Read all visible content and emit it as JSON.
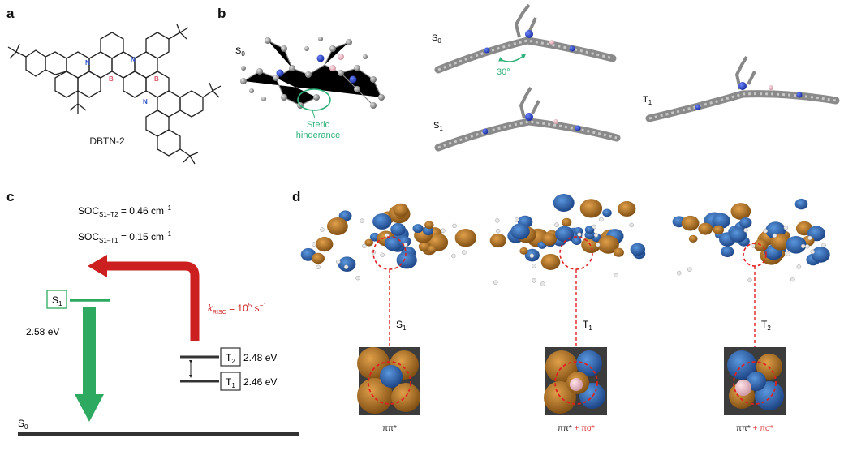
{
  "panels": {
    "a": {
      "label": "a",
      "molecule_name": "DBTN-2",
      "atom_labels": {
        "nitrogen": "N",
        "boron": "B"
      }
    },
    "b": {
      "label": "b",
      "state_s0_top": "S",
      "state_s0_top_sub": "0",
      "state_s0_right": "S",
      "state_s0_right_sub": "0",
      "state_s1": "S",
      "state_s1_sub": "1",
      "state_t1": "T",
      "state_t1_sub": "1",
      "angle": "30°",
      "steric_line1": "Steric",
      "steric_line2": "hinderance"
    },
    "c": {
      "label": "c",
      "soc1_prefix": "SOC",
      "soc1_sub": "S1–T2",
      "soc1_value": " = 0.46 cm",
      "soc1_sup": "−1",
      "soc2_prefix": "SOC",
      "soc2_sub": "S1–T1",
      "soc2_value": " = 0.15 cm",
      "soc2_sup": "−1",
      "s1_label": "S",
      "s1_sub": "1",
      "s1_energy": "2.58 eV",
      "t2_label": "T",
      "t2_sub": "2",
      "t2_energy": "2.48 eV",
      "t1_label": "T",
      "t1_sub": "1",
      "t1_energy": "2.46 eV",
      "s0_label": "S",
      "s0_sub": "0",
      "krisc_k": "k",
      "krisc_sub": "RISC",
      "krisc_value": " = 10",
      "krisc_sup": "5",
      "krisc_unit": " s",
      "krisc_unit_sup": "−1"
    },
    "d": {
      "label": "d",
      "states": [
        {
          "name": "S",
          "sub": "1",
          "char_base": "ππ*",
          "char_extra": ""
        },
        {
          "name": "T",
          "sub": "1",
          "char_base": "ππ* ",
          "char_extra": "+ πσ*"
        },
        {
          "name": "T",
          "sub": "2",
          "char_base": "ππ* ",
          "char_extra": "+ πσ*"
        }
      ]
    }
  },
  "colors": {
    "boron": "#e05a6b",
    "nitrogen": "#2b4fc7",
    "steric": "#2fb27a",
    "red_arrow": "#cc1f1f",
    "green_arrow": "#2daa5f",
    "orbital_blue": "#2f67b2",
    "orbital_orange": "#b8731f",
    "dashed": "#e02020",
    "red_text": "#e03a3a"
  }
}
